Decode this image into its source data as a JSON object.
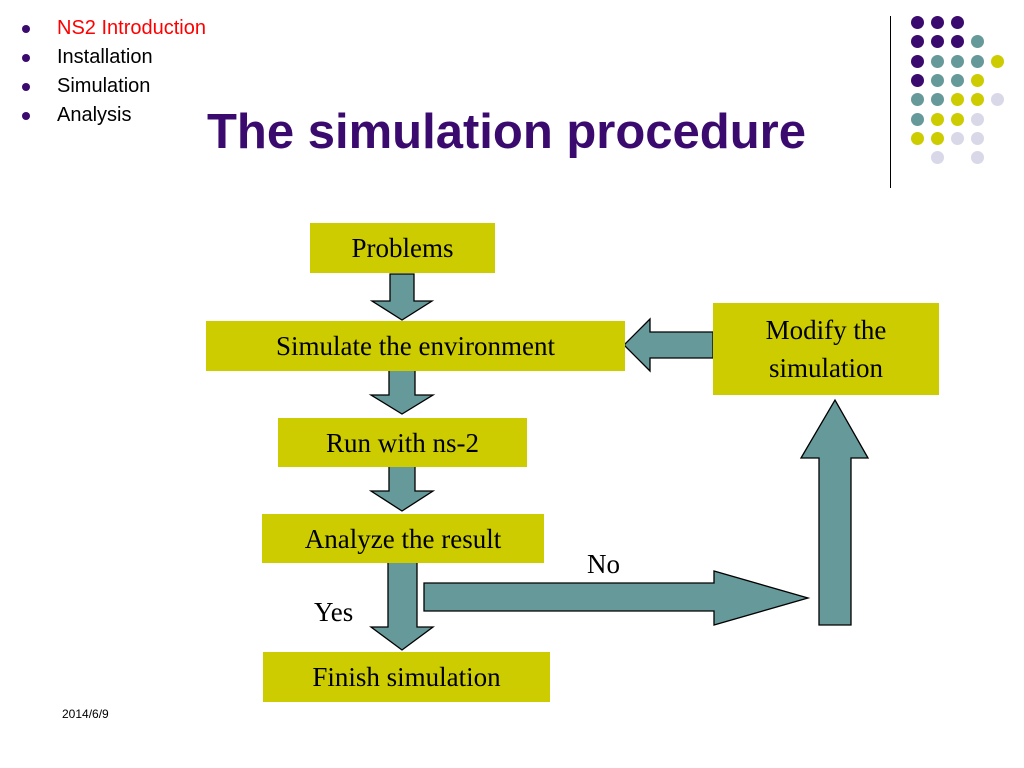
{
  "nav": {
    "items": [
      {
        "label": "NS2 Introduction",
        "active": true
      },
      {
        "label": "Installation",
        "active": false
      },
      {
        "label": "Simulation",
        "active": false
      },
      {
        "label": "Analysis",
        "active": false
      }
    ]
  },
  "slide_title": "The simulation procedure",
  "flow": {
    "problems": "Problems",
    "simulate": "Simulate the environment",
    "run": "Run with ns-2",
    "analyze": "Analyze the result",
    "finish": "Finish simulation",
    "modify_line1": "Modify the",
    "modify_line2": "simulation",
    "no_label": "No",
    "yes_label": "Yes"
  },
  "footer": {
    "date": "2014/6/9"
  },
  "colors": {
    "box_fill": "#cccc00",
    "arrow_fill": "#669999",
    "title": "#3b0a6e",
    "active_nav": "#ff0000"
  }
}
